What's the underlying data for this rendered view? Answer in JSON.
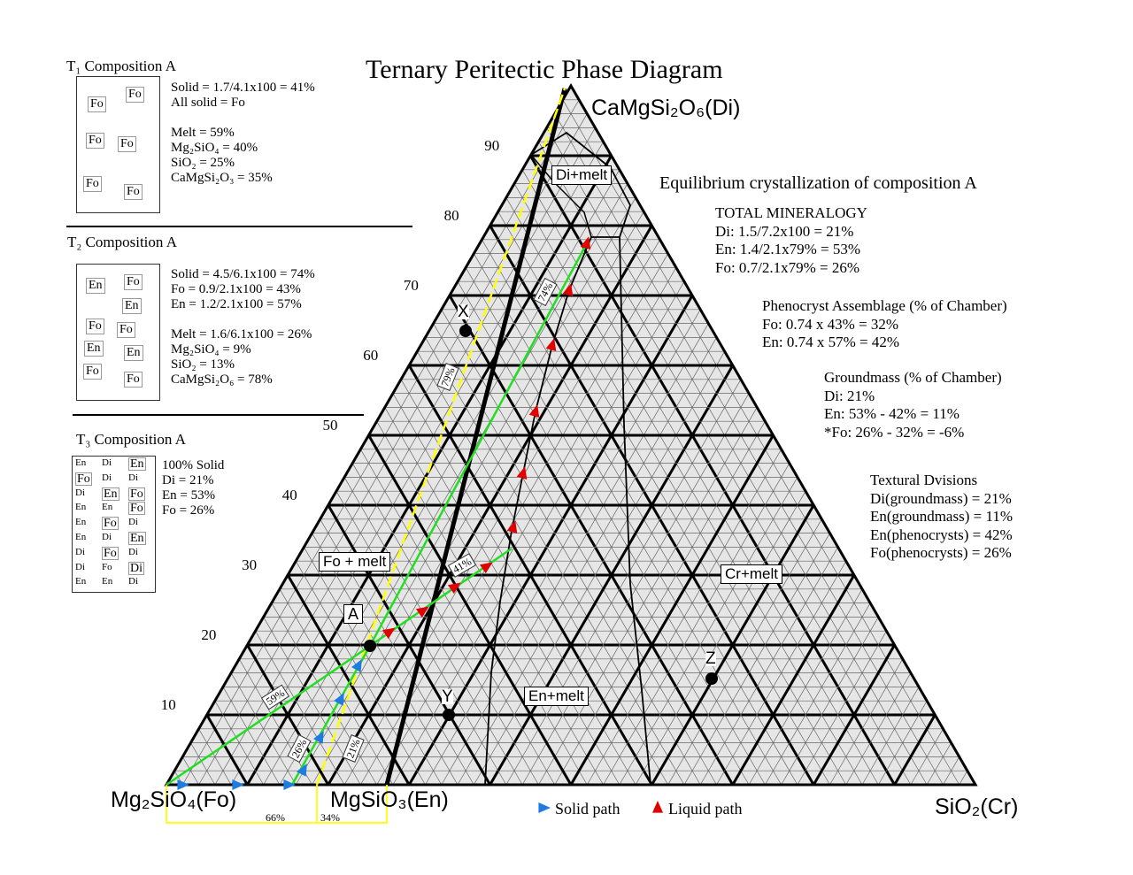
{
  "title": "Ternary Peritectic Phase Diagram",
  "vertices": {
    "top": "CaMgSi₂O₆(Di)",
    "left": "Mg₂SiO₄(Fo)",
    "right": "SiO₂(Cr)",
    "en": "MgSiO₃(En)"
  },
  "axis_ticks": [
    "10",
    "20",
    "30",
    "40",
    "50",
    "60",
    "70",
    "80",
    "90"
  ],
  "fields": {
    "fo": "Fo + melt",
    "di": "Di+melt",
    "cr": "Cr+melt",
    "en": "En+melt"
  },
  "points": {
    "x": "X",
    "y": "Y",
    "z": "Z",
    "a": "A"
  },
  "path_pcts": {
    "p59": "59%",
    "p26": "26%",
    "p21": "21%",
    "p79": "79%",
    "p74": "74%",
    "p41": "41%"
  },
  "lever": {
    "left": "66%",
    "right": "34%"
  },
  "legend": {
    "solid": "Solid path",
    "liquid": "Liquid path"
  },
  "colors": {
    "solid_path": "#1e7be0",
    "liquid_path": "#e00000",
    "path_line": "#22dd22",
    "lever": "#ffff00"
  },
  "t1": {
    "title": "T₁ Composition A",
    "minerals": [
      "Fo",
      "Fo",
      "Fo",
      "Fo",
      "Fo",
      "Fo"
    ],
    "lines": [
      "Solid = 1.7/4.1x100 = 41%",
      "All solid = Fo",
      "",
      "Melt = 59%",
      "Mg₂SiO₄ = 40%",
      "SiO₂ = 25%",
      "CaMgSi₂O₃ = 35%"
    ]
  },
  "t2": {
    "title": "T₂ Composition A",
    "minerals": [
      "En",
      "Fo",
      "En",
      "Fo",
      "Fo",
      "En",
      "En",
      "Fo",
      "Fo"
    ],
    "lines": [
      "Solid = 4.5/6.1x100 = 74%",
      " Fo = 0.9/2.1x100 = 43%",
      " En = 1.2/2.1x100 = 57%",
      "",
      "Melt = 1.6/6.1x100 = 26%",
      " Mg₂SiO₄ = 9%",
      " SiO₂ = 13%",
      " CaMgSi₂O₆ = 78%"
    ]
  },
  "t3": {
    "title": "T₃ Composition A",
    "lines": [
      "100% Solid",
      "Di = 21%",
      "En = 53%",
      "Fo = 26%"
    ],
    "minerals": [
      "En",
      "Di",
      "En",
      "Fo",
      "Di",
      "Di",
      "Di",
      "En",
      "Fo",
      "En",
      "En",
      "Fo",
      "En",
      "Fo",
      "Di",
      "En",
      "Di",
      "En",
      "Di",
      "Fo",
      "Di",
      "Di",
      "Fo",
      "Di",
      "En",
      "En",
      "Di"
    ]
  },
  "right": {
    "heading": "Equilibrium crystallization of composition A",
    "total": [
      "TOTAL MINERALOGY",
      "Di: 1.5/7.2x100 = 21%",
      "En: 1.4/2.1x79% = 53%",
      "Fo: 0.7/2.1x79% = 26%"
    ],
    "pheno": [
      "Phenocryst Assemblage (% of Chamber)",
      "Fo: 0.74 x 43% = 32%",
      "En: 0.74 x 57% = 42%"
    ],
    "ground": [
      "Groundmass (% of Chamber)",
      "Di: 21%",
      "En: 53% - 42% = 11%",
      "*Fo: 26% - 32% = -6%"
    ],
    "texture": [
      "Textural Dvisions",
      "Di(groundmass) = 21%",
      "En(groundmass) = 11%",
      "En(phenocrysts) = 42%",
      "Fo(phenocrysts) = 26%"
    ]
  }
}
